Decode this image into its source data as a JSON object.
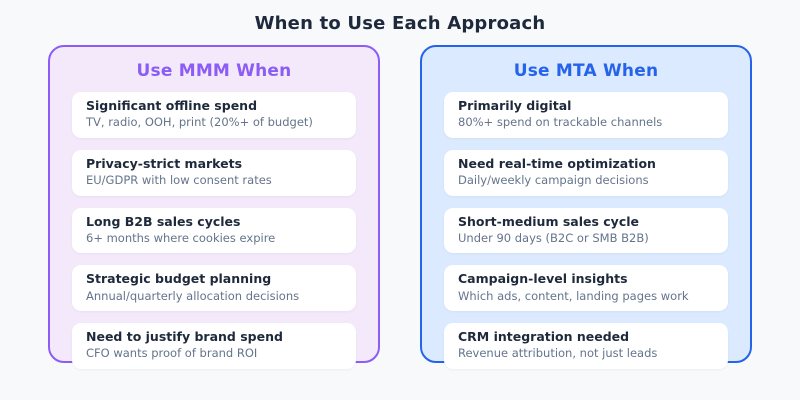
{
  "page": {
    "title": "When to Use Each Approach"
  },
  "colors": {
    "page_background": "#F7F9FB",
    "title_text": "#1E293B",
    "card_background": "#FFFFFF",
    "card_title_text": "#1E293B",
    "card_subtitle_text": "#64748B"
  },
  "panels": [
    {
      "id": "mmm",
      "header": "Use MMM When",
      "accent": "#8B5CF6",
      "border": "#8B5CF6",
      "background": "#F3E9FB",
      "items": [
        {
          "title": "Significant offline spend",
          "subtitle": "TV, radio, OOH, print (20%+ of budget)"
        },
        {
          "title": "Privacy-strict markets",
          "subtitle": "EU/GDPR with low consent rates"
        },
        {
          "title": "Long B2B sales cycles",
          "subtitle": "6+ months where cookies expire"
        },
        {
          "title": "Strategic budget planning",
          "subtitle": "Annual/quarterly allocation decisions"
        },
        {
          "title": "Need to justify brand spend",
          "subtitle": "CFO wants proof of brand ROI"
        }
      ]
    },
    {
      "id": "mta",
      "header": "Use MTA When",
      "accent": "#2563EB",
      "border": "#2563EB",
      "background": "#DBEAFE",
      "items": [
        {
          "title": "Primarily digital",
          "subtitle": "80%+ spend on trackable channels"
        },
        {
          "title": "Need real-time optimization",
          "subtitle": "Daily/weekly campaign decisions"
        },
        {
          "title": "Short-medium sales cycle",
          "subtitle": "Under 90 days (B2C or SMB B2B)"
        },
        {
          "title": "Campaign-level insights",
          "subtitle": "Which ads, content, landing pages work"
        },
        {
          "title": "CRM integration needed",
          "subtitle": "Revenue attribution, not just leads"
        }
      ]
    }
  ]
}
